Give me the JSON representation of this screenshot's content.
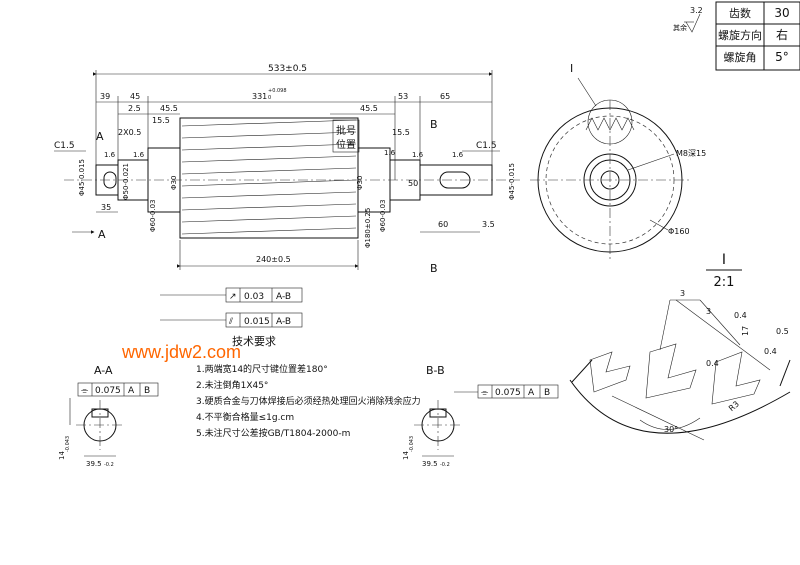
{
  "spec_table": [
    {
      "label": "齿数",
      "value": "30"
    },
    {
      "label": "螺旋方向",
      "value": "右"
    },
    {
      "label": "螺旋角",
      "value": "5°"
    }
  ],
  "surface_finish": {
    "value": "3.2",
    "note": "其余"
  },
  "dims": {
    "overall": "533±0.5",
    "center": "331",
    "center_tol_upper": "+0.098",
    "center_tol_lower": "0",
    "left_39": "39",
    "left_45": "45",
    "left_25": "2.5",
    "left_455": "45.5",
    "right_455": "45.5",
    "right_53": "53",
    "right_65": "65",
    "chamfer_left": "C1.5",
    "chamfer_right": "C1.5",
    "x05": "2X0.5",
    "d155_left": "15.5",
    "d155_right": "15.5",
    "d35": "35",
    "d240": "240±0.5",
    "d60": "60",
    "d35r": "3.5",
    "d50": "50",
    "d45_left": "Φ45-0.015",
    "d50_left": "Φ50-0.021",
    "d60_left": "Φ60-0.03",
    "d30_left": "Φ30",
    "d180": "Φ180±0.25",
    "d30_right": "Φ30",
    "d60_right": "Φ60-0.03",
    "d45_right": "Φ45-0.015",
    "ra_left1": "1.6",
    "ra_left2": "1.6",
    "ra_mid": "1.6",
    "ra_right1": "1.6",
    "ra_right2": "1.6",
    "m8": "M8深15",
    "d160": "Φ160",
    "batch": "批号",
    "position": "位置"
  },
  "section_labels": {
    "a_top": "A",
    "a_bottom": "A",
    "b_top": "B",
    "b_bottom": "B",
    "i_callout": "I",
    "aa": "A-A",
    "bb": "B-B",
    "detail_title": "I",
    "detail_scale": "2:1"
  },
  "tolerance_frames": {
    "runout_sym": "↗",
    "runout_val": "0.03",
    "runout_ref": "A-B",
    "total_sym": "⫽",
    "total_val": "0.015",
    "total_ref": "A-B",
    "aa_val": "0.075",
    "aa_ref1": "A",
    "aa_ref2": "B",
    "bb_val": "0.075",
    "bb_ref1": "A",
    "bb_ref2": "B"
  },
  "section_dims": {
    "aa_width": "14",
    "aa_width_tol": "-0.043",
    "aa_depth": "39.5",
    "aa_depth_tol": "-0.2",
    "bb_width": "14",
    "bb_width_tol": "-0.043",
    "bb_depth": "39.5",
    "bb_depth_tol": "-0.2"
  },
  "detail_dims": {
    "d3": "3",
    "d3b": "3",
    "d04a": "0.4",
    "d05": "0.5",
    "d04b": "0.4",
    "d04c": "0.4",
    "r3": "R3",
    "d17": "17",
    "angle": "30°"
  },
  "technical_requirements": {
    "title": "技术要求",
    "items": [
      "1.两端宽14的尺寸键位置差180°",
      "2.未注倒角1X45°",
      "3.硬质合金与刀体焊接后必须经热处理回火消除残余应力",
      "4.不平衡合格量≤1g.cm",
      "5.未注尺寸公差按GB/T1804-2000-m"
    ]
  },
  "watermark": "www.jdw2.com",
  "colors": {
    "watermark": "#ff6600",
    "ink": "#111111"
  }
}
